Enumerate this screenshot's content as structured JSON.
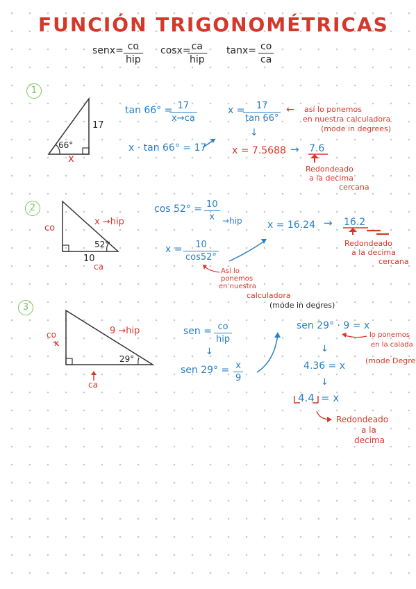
{
  "title": "FUNCIÓN TRIGONOMÉTRICAS",
  "formulas": {
    "sen": {
      "label": "senx=",
      "num": "co",
      "den": "hip"
    },
    "cos": {
      "label": "cosx=",
      "num": "ca",
      "den": "hip"
    },
    "tan": {
      "label": "tanx=",
      "num": "co",
      "den": "ca"
    }
  },
  "p1": {
    "number": "1",
    "angle": "66°",
    "side_right": "17",
    "side_bottom": "x",
    "eq1_left": "tan 66° =",
    "eq1_num": "17",
    "eq1_den": "x→ca",
    "eq2": "x · tan 66° = 17",
    "eq3_left": "x =",
    "eq3_num": "17",
    "eq3_den": "tan 66°",
    "note_arrow": "←",
    "note": [
      "así lo ponemos",
      "en nuestra calculadora",
      "(mode in degrees)"
    ],
    "down_arrow": "↓",
    "result": "x = 7.5688",
    "rounded_arrow": "→",
    "rounded": "7.6",
    "rounded_note": [
      "Redondeado",
      "a la decima",
      "cercana"
    ]
  },
  "p2": {
    "number": "2",
    "side_left": "co",
    "side_hyp": "x →hip",
    "angle": "52°",
    "side_bottom": "10",
    "side_bottom2": "ca",
    "eq1_left": "cos 52° =",
    "eq1_num": "10",
    "eq1_den": "x",
    "eq1_right": "→hip",
    "eq2_left": "x =",
    "eq2_num": "10",
    "eq2_den": "cos52°",
    "result": "x = 16.24",
    "rounded_arrow": "→",
    "rounded": "16.2",
    "note": [
      "Así lo",
      "ponemos",
      "en nuestra",
      "calculadora",
      "(mode in degres)"
    ],
    "rounded_note": [
      "Redondeado",
      "a la decima",
      "cercana"
    ]
  },
  "p3": {
    "number": "3",
    "side_left_top": "co",
    "side_left_bottom": "x",
    "side_hyp": "9 →hip",
    "angle": "29°",
    "side_bottom": "ca",
    "eq1_left": "sen =",
    "eq1_num": "co",
    "eq1_den": "hip",
    "eq2_left": "sen 29° =",
    "eq2_num": "x",
    "eq2_den": "9",
    "eq3": "sen 29° · 9 = x",
    "note": [
      "lo ponemos",
      "en la calada",
      "(mode Degres)"
    ],
    "result": "4.36 = x",
    "rounded": "4.4",
    "rounded_right": "= x",
    "rounded_note": [
      "Redondeado",
      "a la",
      "decima"
    ]
  }
}
